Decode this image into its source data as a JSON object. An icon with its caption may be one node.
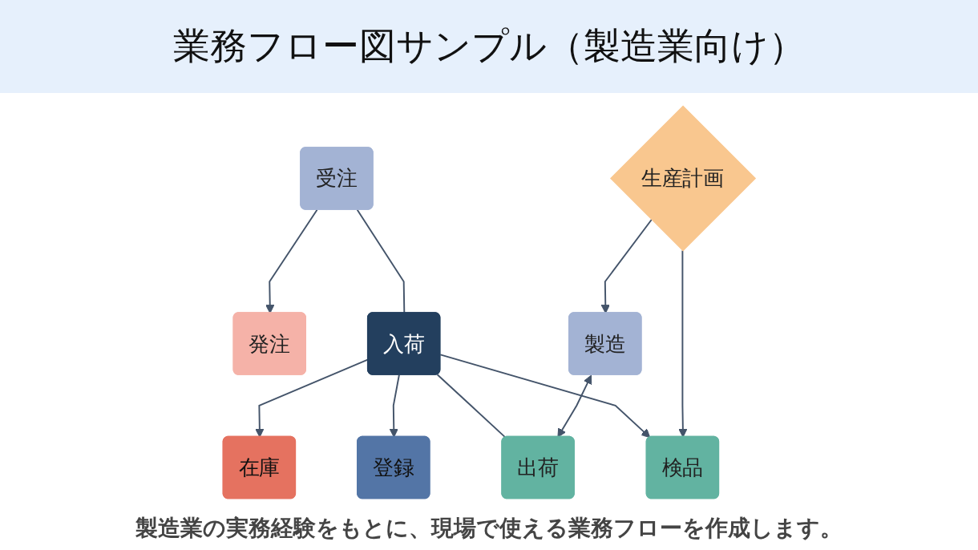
{
  "diagram": {
    "title": "業務フロー図サンプル（製造業向け）",
    "caption": "製造業の実務経験をもとに、現場で使える業務フローを作成します。",
    "nodes": [
      {
        "text": [
          "受注"
        ]
      },
      {
        "text": [
          "発注"
        ]
      },
      {
        "text": [
          "検品"
        ]
      },
      {
        "text": [
          "入荷"
        ]
      },
      {
        "text": [
          "登録"
        ]
      },
      {
        "text": [
          "生産計画"
        ]
      },
      {
        "text": [
          "在庫"
        ]
      },
      {
        "text": [
          "製造"
        ]
      },
      {
        "text": [
          "出荷"
        ]
      }
    ],
    "edges": [
      {
        "from": 0,
        "to": 3,
        "arrow": "none"
      },
      {
        "from": 0,
        "to": 1,
        "arrow": "to"
      },
      {
        "from": 3,
        "to": 2,
        "arrow": "to"
      },
      {
        "from": 3,
        "to": 4,
        "arrow": "to"
      },
      {
        "from": 3,
        "to": 8,
        "arrow": "none"
      },
      {
        "from": 3,
        "to": 6,
        "arrow": "to"
      },
      {
        "from": 5,
        "to": 2,
        "arrow": "to"
      },
      {
        "from": 5,
        "to": 7,
        "arrow": "to"
      },
      {
        "from": 7,
        "to": 8,
        "arrow": "both"
      }
    ]
  }
}
